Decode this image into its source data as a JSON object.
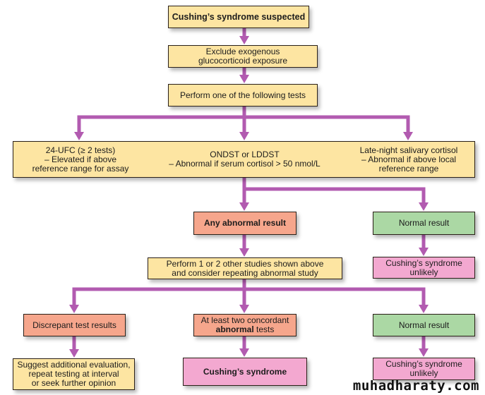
{
  "colors": {
    "arrow": "#b25bb0",
    "neutral_box": "#fde5a2",
    "abnormal_box": "#f6a68c",
    "normal_box": "#abd8a4",
    "outcome_box": "#f3a8d0"
  },
  "nodes": {
    "suspected": "Cushing’s syndrome suspected",
    "exclude": [
      "Exclude exogenous",
      "glucocorticoid exposure"
    ],
    "perform_tests": "Perform one of the following tests",
    "tests": {
      "ufc": [
        "24-UFC (≥ 2 tests)",
        "– Elevated if above",
        "reference range for assay"
      ],
      "dst": [
        "ONDST or LDDST",
        "– Abnormal if serum cortisol > 50 nmol/L"
      ],
      "saliva": [
        "Late-night salivary cortisol",
        "– Abnormal if above local",
        "reference range"
      ]
    },
    "any_abnormal": "Any abnormal result",
    "normal_result_1": "Normal result",
    "unlikely_1": [
      "Cushing’s syndrome",
      "unlikely"
    ],
    "perform_more": [
      "Perform 1 or 2 other studies shown above",
      "and consider repeating abnormal study"
    ],
    "discrepant": "Discrepant test results",
    "concordant": {
      "line1": "At least two concordant",
      "line2_bold": "abnormal",
      "line2_rest": " tests"
    },
    "normal_result_2": "Normal result",
    "suggest": [
      "Suggest additional evaluation,",
      "repeat testing at interval",
      "or seek further opinion"
    ],
    "cushings": "Cushing’s syndrome",
    "unlikely_2": [
      "Cushing’s syndrome",
      "unlikely"
    ]
  },
  "watermark": "muhadharaty.com"
}
